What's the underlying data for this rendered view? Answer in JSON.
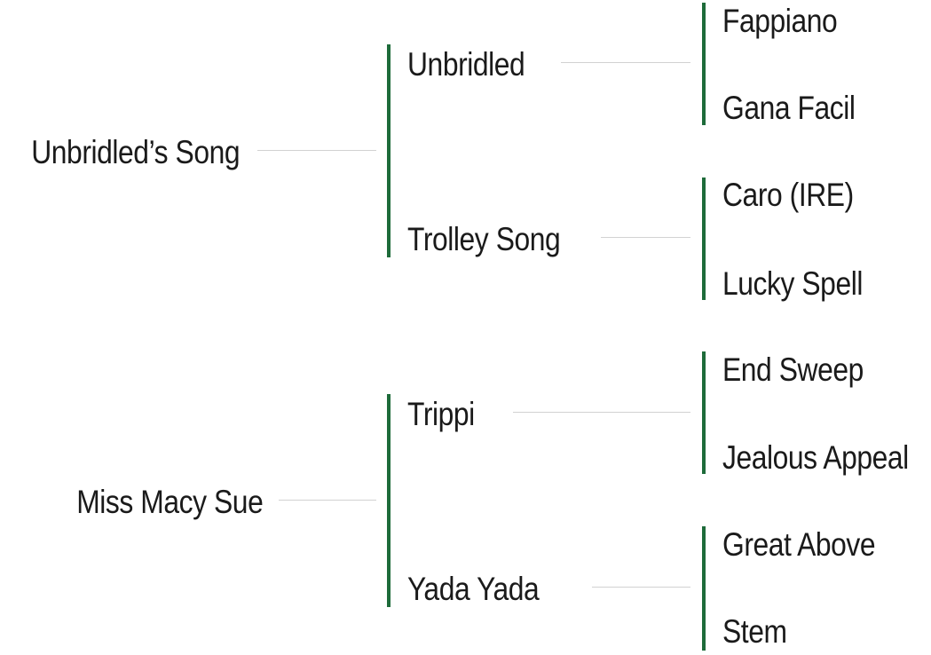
{
  "pedigree": {
    "sire": {
      "name": "Unbridled’s Song",
      "sire": {
        "name": "Unbridled",
        "sire": "Fappiano",
        "dam": "Gana Facil"
      },
      "dam": {
        "name": "Trolley Song",
        "sire": "Caro (IRE)",
        "dam": "Lucky Spell"
      }
    },
    "dam": {
      "name": "Miss Macy Sue",
      "sire": {
        "name": "Trippi",
        "sire": "End Sweep",
        "dam": "Jealous Appeal"
      },
      "dam": {
        "name": "Yada Yada",
        "sire": "Great Above",
        "dam": "Stem"
      }
    }
  },
  "colors": {
    "bracket": "#1e6b3a",
    "connector": "#d2d2d2",
    "text": "#1a1a1a"
  }
}
